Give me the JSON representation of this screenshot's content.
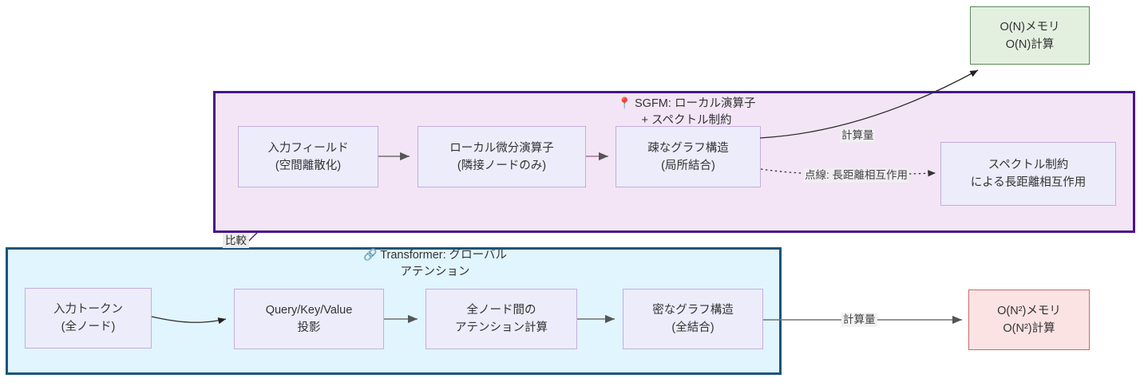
{
  "diagram": {
    "containers": [
      {
        "id": "sgfm",
        "title": "SGFM: ローカル演算子\n+ スペクトル制約",
        "emoji": "📍",
        "fill": "#f3e5f5",
        "stroke": "#4a148c"
      },
      {
        "id": "transformer",
        "title": "Transformer: グローバル\nアテンション",
        "emoji": "🔗",
        "fill": "#e1f5fe",
        "stroke": "#19557a"
      }
    ],
    "nodes": {
      "input_field": "入力フィールド\n(空間離散化)",
      "local_operator": "ローカル微分演算子\n(隣接ノードのみ)",
      "sparse_graph": "疎なグラフ構造\n(局所結合)",
      "spectral_constraint": "スペクトル制約\nによる長距離相互作用",
      "on_complexity": "O(N)メモリ\nO(N)計算",
      "input_tokens": "入力トークン\n(全ノード)",
      "qkv_projection": "Query/Key/Value\n投影",
      "attention_calc": "全ノード間の\nアテンション計算",
      "dense_graph": "密なグラフ構造\n(全結合)",
      "on2_complexity": "O(N²)メモリ\nO(N²)計算"
    },
    "edge_labels": {
      "compute_top": "計算量",
      "dotted_long_range": "点線: 長距離相互作用",
      "compute_bottom": "計算量",
      "comparison": "比較"
    },
    "colors": {
      "sgfm_fill": "#f3e5f5",
      "sgfm_stroke": "#4a148c",
      "transformer_fill": "#e1f5fe",
      "transformer_stroke": "#19557a",
      "node_lavender_fill": "#ececfb",
      "node_lavender_stroke": "#c3aedd",
      "node_green_fill": "#e3f0e0",
      "node_green_stroke": "#5a8a5a",
      "node_red_fill": "#fbe3e3",
      "node_red_stroke": "#c86a6a",
      "edge_gray": "#666666",
      "edge_dark": "#333333"
    }
  }
}
